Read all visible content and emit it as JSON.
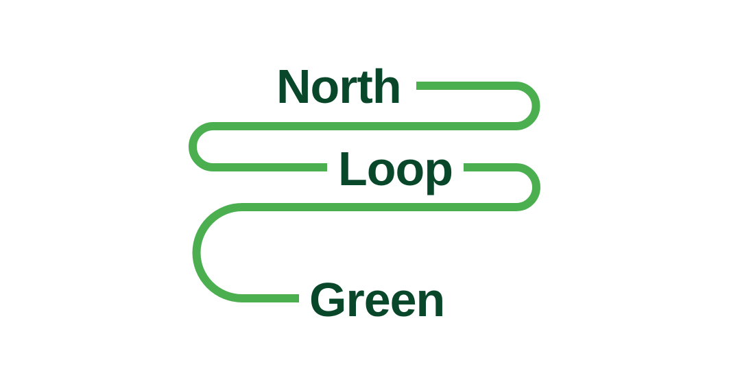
{
  "logo": {
    "words": {
      "north": "North",
      "loop": "Loop",
      "green": "Green"
    },
    "colors": {
      "text": "#08472A",
      "line": "#4BAF50",
      "background": "#FFFFFF"
    }
  }
}
